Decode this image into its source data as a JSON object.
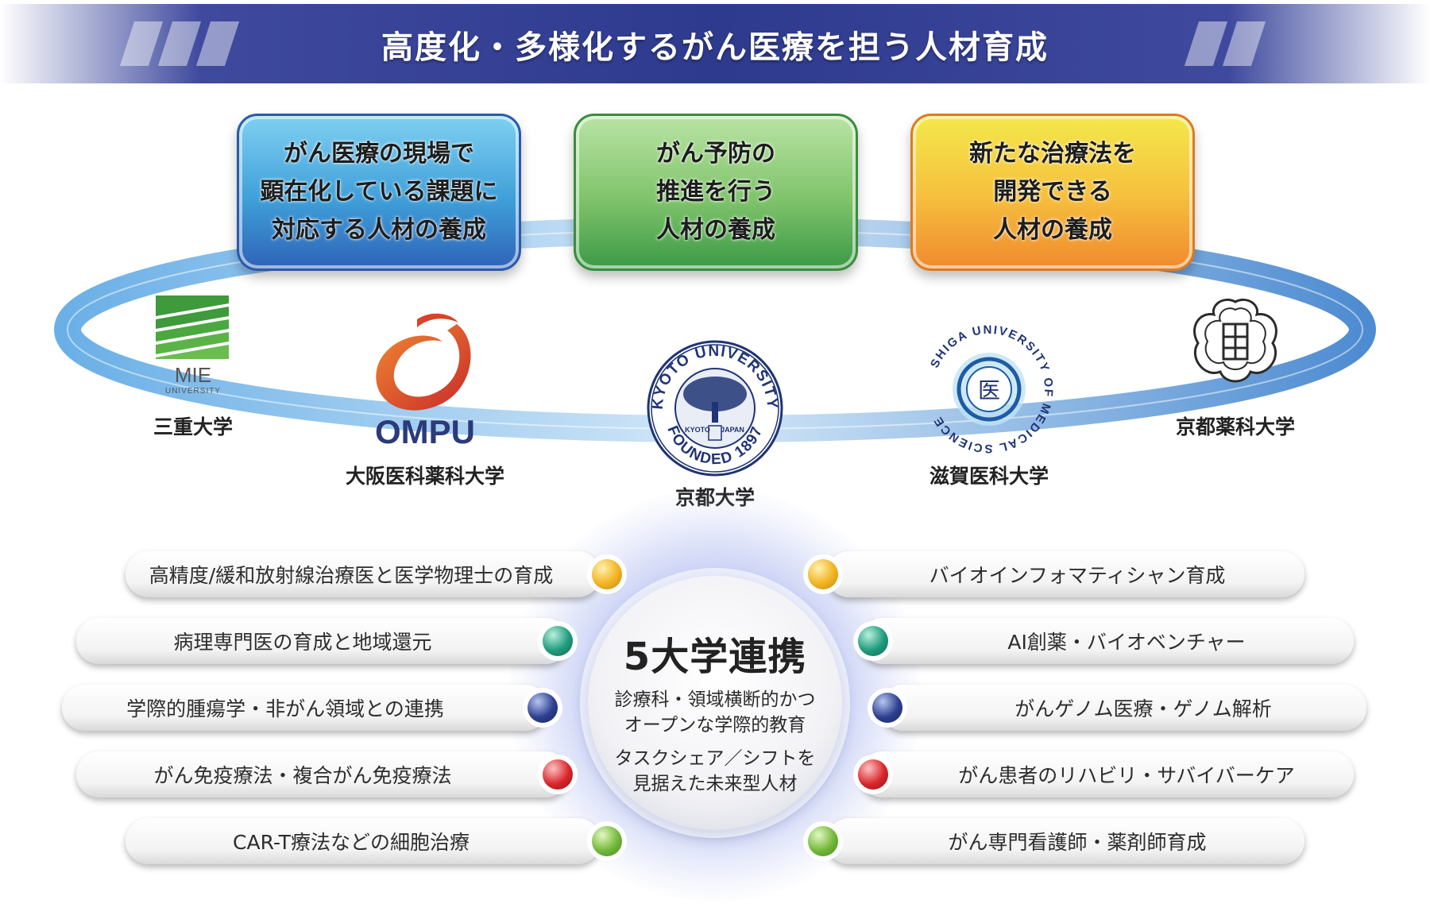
{
  "title": "高度化・多様化するがん医療を担う人材育成",
  "goals": [
    {
      "lines": [
        "がん医療の現場で",
        "顕在化している課題に",
        "対応する人材の養成"
      ]
    },
    {
      "lines": [
        "がん予防の",
        "推進を行う",
        "人材の養成"
      ]
    },
    {
      "lines": [
        "新たな治療法を",
        "開発できる",
        "人材の養成"
      ]
    }
  ],
  "universities": [
    {
      "name": "三重大学",
      "logo_text": [
        "MIE",
        "UNIVERSITY"
      ]
    },
    {
      "name": "大阪医科薬科大学",
      "logo_text": [
        "OMPU"
      ]
    },
    {
      "name": "京都大学",
      "logo_text": [
        "KYOTO UNIVERSITY",
        "FOUNDED 1897",
        "KYOTO",
        "JAPAN"
      ]
    },
    {
      "name": "滋賀医科大学",
      "logo_text": [
        "SHIGA UNIVERSITY OF MEDICAL SCIENCE",
        "医"
      ]
    },
    {
      "name": "京都薬科大学",
      "logo_text": []
    }
  ],
  "hub": {
    "title": "5大学連携",
    "lines": [
      "診療科・領域横断的かつ",
      "オープンな学際的教育",
      "タスクシェア／シフトを",
      "見据えた未来型人材"
    ]
  },
  "left_items": [
    "高精度/緩和放射線治療医と医学物理士の育成",
    "病理専門医の育成と地域還元",
    "学際的腫瘍学・非がん領域との連携",
    "がん免疫療法・複合がん免疫療法",
    "CAR-T療法などの細胞治療"
  ],
  "right_items": [
    "バイオインフォマティシャン育成",
    "AI創薬・バイオベンチャー",
    "がんゲノム医療・ゲノム解析",
    "がん患者のリハビリ・サバイバーケア",
    "がん専門看護師・薬剤師育成"
  ],
  "colors": {
    "banner": "#2e3a8e",
    "ring": "#3d8fd6",
    "goal_blue": "#3f9fd8",
    "goal_green": "#7fc36b",
    "goal_orange": "#f6c23e",
    "dot_orange": "#f2b321",
    "dot_teal": "#1f9a7d",
    "dot_navy": "#2c3f8f",
    "dot_red": "#d9262b",
    "dot_green": "#72b83a",
    "mie_green": "#3e9a3a",
    "ompu_red": "#e4542a",
    "kyoto_navy": "#1f3474"
  }
}
